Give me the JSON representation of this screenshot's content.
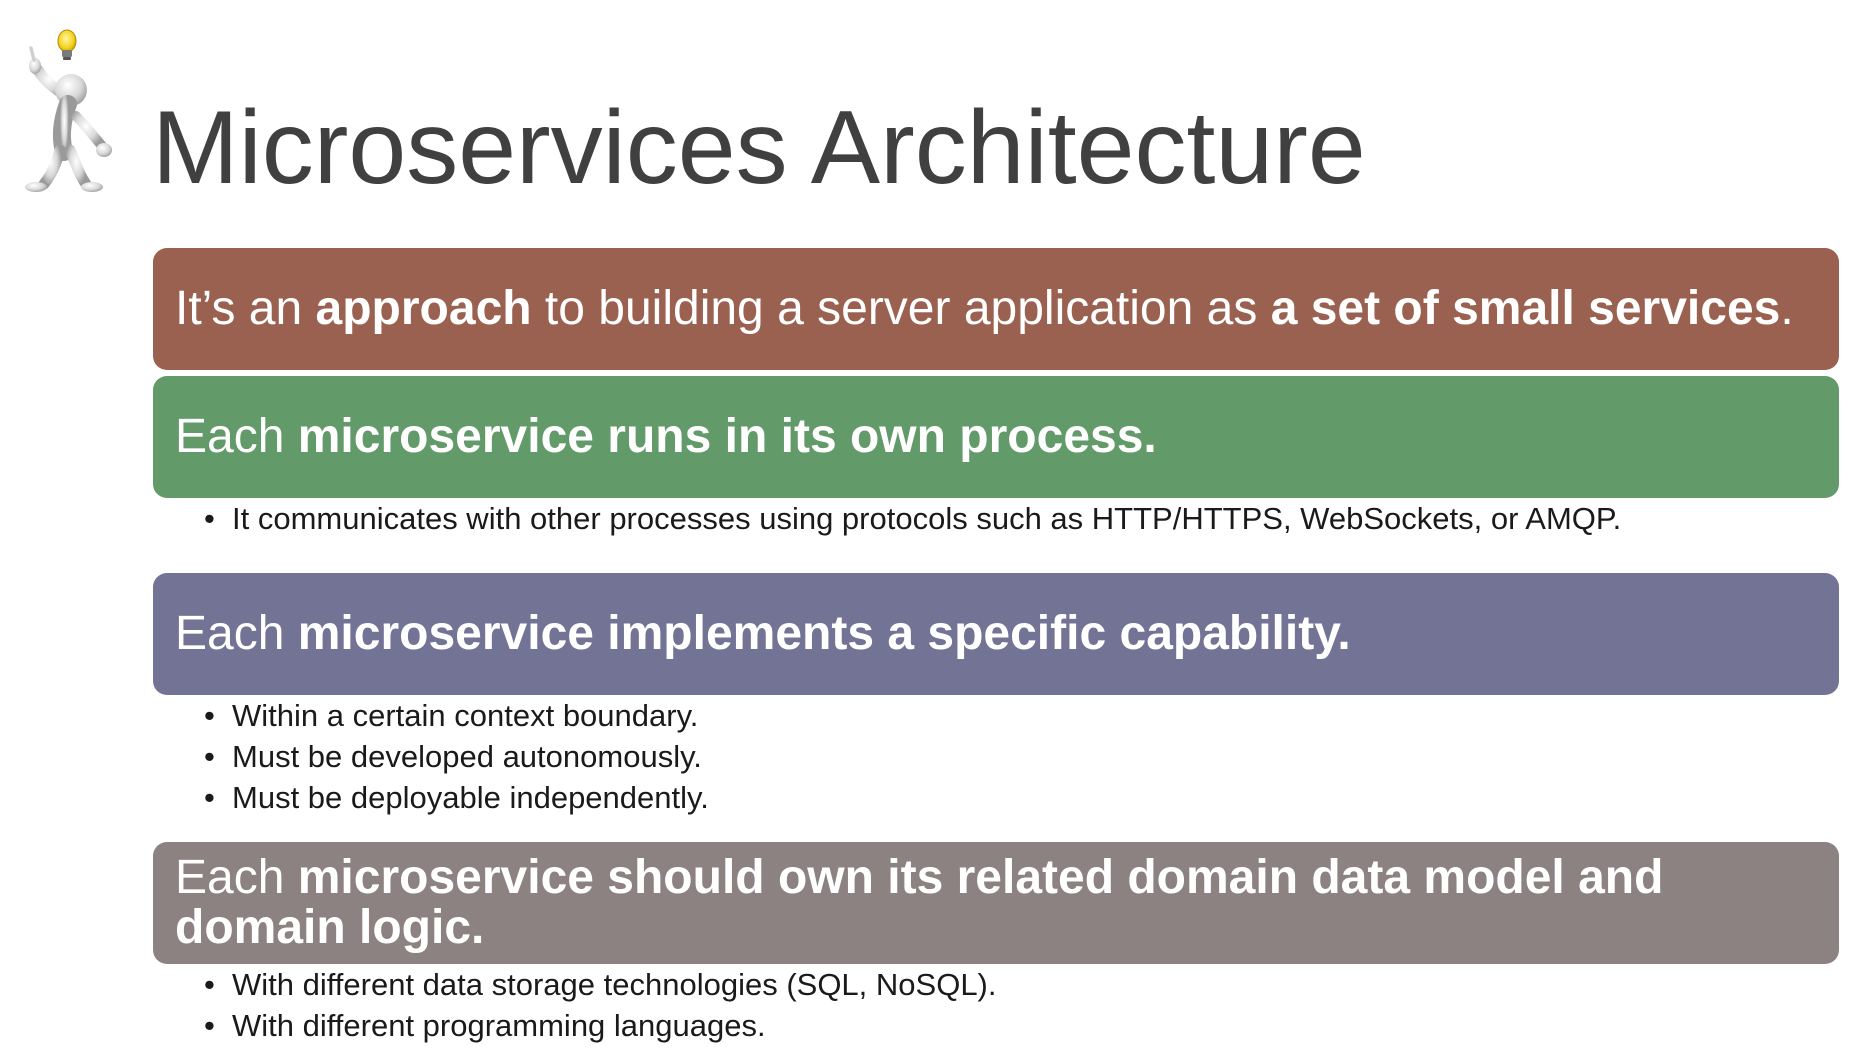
{
  "slide": {
    "title": "Microservices Architecture",
    "banners": [
      {
        "color": "#9a6150",
        "segments": [
          {
            "text": "It’s an ",
            "bold": false
          },
          {
            "text": "approach",
            "bold": true
          },
          {
            "text": " to building a server application as ",
            "bold": false
          },
          {
            "text": "a set of small services",
            "bold": true
          },
          {
            "text": ".",
            "bold": false
          }
        ]
      },
      {
        "color": "#629a69",
        "segments": [
          {
            "text": "Each ",
            "bold": false
          },
          {
            "text": "microservice runs in its own process.",
            "bold": true
          }
        ]
      },
      {
        "color": "#737395",
        "segments": [
          {
            "text": "Each ",
            "bold": false
          },
          {
            "text": "microservice implements a specific capability.",
            "bold": true
          }
        ]
      },
      {
        "color": "#8d8282",
        "segments": [
          {
            "text": "Each ",
            "bold": false
          },
          {
            "text": "microservice should own its related domain data model and domain logic.",
            "bold": true
          }
        ]
      }
    ],
    "bullet_groups": [
      [
        "It communicates with other processes using protocols such as HTTP/HTTPS, WebSockets, or AMQP."
      ],
      [
        "Within a certain context boundary.",
        "Must be developed autonomously.",
        "Must be deployable independently."
      ],
      [
        "With different data storage technologies (SQL, NoSQL).",
        "With different programming languages."
      ]
    ],
    "illustration": {
      "icons": [
        "stick-figure-icon",
        "lightbulb-icon"
      ],
      "bulb_color": "#f5d21e",
      "figure_color": "#d8d8d8"
    }
  }
}
